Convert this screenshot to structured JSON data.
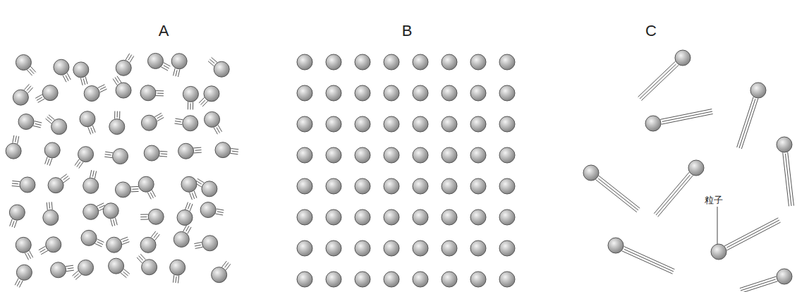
{
  "diagram": {
    "labels": [
      "A",
      "B",
      "C",
      "粒子"
    ]
  }
}
